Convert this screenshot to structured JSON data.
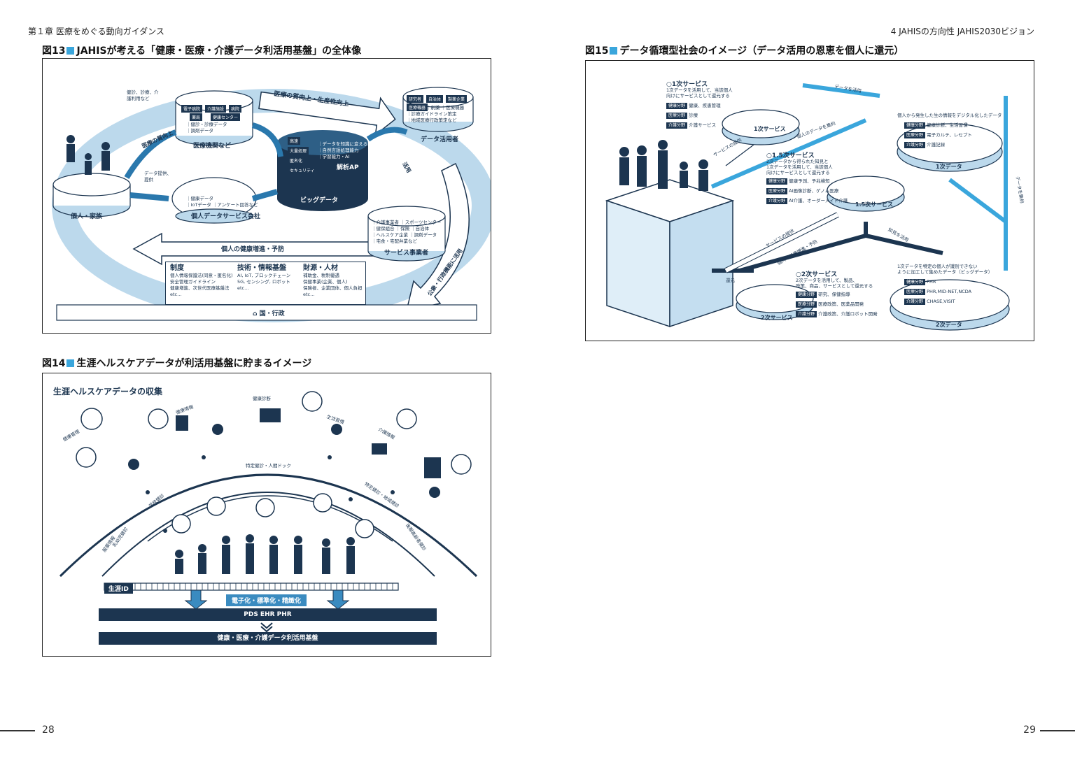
{
  "header": {
    "left": "第１章 医療をめぐる動向ガイダンス",
    "right": "4 JAHISの方向性 JAHIS2030ビジョン"
  },
  "fig13": {
    "title_prefix": "図13",
    "title": "JAHISが考える「健康・医療・介護データ利活用基盤」の全体像",
    "arrow_top": "医療の質向上・生産性向上",
    "arrow_left": "医療の質向上",
    "arrow_bottom": "個人の健康増進・予防",
    "arrow_right_down": "公衆・行政機能に活用",
    "arrow_right_mid": "活用",
    "medical": {
      "title": "医療機関など",
      "tags": [
        "電子病院",
        "介護施設",
        "病院",
        "薬局",
        "健康センター"
      ],
      "lines": [
        "｜健診・診療データ",
        "｜調剤データ"
      ]
    },
    "individual": {
      "title": "個人・家族",
      "bubble1": "健診、診療、介護利用など",
      "bubble2": "データ提供、提供"
    },
    "personal_service": {
      "title": "個人データサービス会社",
      "lines": [
        "｜健康データ",
        "｜IoTデータ ｜アンケート回答など"
      ]
    },
    "bigdata": {
      "title": "ビッグデータ",
      "tags": [
        "高速",
        "大量処理",
        "匿名化",
        "セキュリティ"
      ],
      "lines": [
        "｜データを知識に変える能力",
        "｜自然言語処理能力",
        "｜学習能力・AI"
      ],
      "ap": "解析AP"
    },
    "data_users": {
      "title": "データ活用者",
      "tags": [
        "研究者",
        "自治体",
        "製薬企業",
        "医療機器"
      ],
      "lines": [
        "｜創薬 ｜医療機器",
        "｜診療ガイドライン策定",
        "｜地域医療行政策定など"
      ]
    },
    "service_providers": {
      "title": "サービス事業者",
      "lines": [
        "｜介護事業者 ｜スポーツセンター",
        "｜健保組合 ｜保険 ｜自治体",
        "｜ヘルスケア企業 ｜調剤データ",
        "｜宅食・宅配弁業など"
      ]
    },
    "bottom": {
      "col1_head": "制度",
      "col1": [
        "個人情報保護法(同意・匿名化)",
        "安全管理ガイドライン",
        "健康増進、次世代医療基盤法",
        "etc…"
      ],
      "col2_head": "技術・情報基盤",
      "col2": [
        "AI, IoT, ブロックチェーン",
        "5G, センシング, ロボット",
        "etc…"
      ],
      "col3_head": "財源・人材",
      "col3": [
        "補助金、税制優遇",
        "保健事業(企業、個人)",
        "保険者、企業団体、個人負担",
        "etc…"
      ],
      "gov": "国・行政"
    }
  },
  "fig14": {
    "title_prefix": "図14",
    "title": "生涯ヘルスケアデータが利活用基盤に貯まるイメージ",
    "heading": "生涯ヘルスケアデータの収集",
    "outer_labels": [
      "健康管理",
      "健康情報",
      "健康診断",
      "生活習慣",
      "介護情報",
      "服薬情報"
    ],
    "inner_labels": [
      "乳幼児健診",
      "学校健診",
      "特定健診・人間ドック",
      "特定健診・地域健診",
      "後期高齢者健診"
    ],
    "lifeline_label": "生涯ID",
    "process": "電子化・標準化・精緻化",
    "bar1": "PDS EHR PHR",
    "bar2": "健康・医療・介護データ利活用基盤"
  },
  "fig15": {
    "title_prefix": "図15",
    "title": "データ循環型社会のイメージ（データ活用の恩恵を個人に還元）",
    "s1": {
      "title": "○1次サービス",
      "desc": [
        "1次データを活用して、当該個人",
        "向けにサービスとして還元する"
      ],
      "rows": [
        [
          "健康分野",
          "健康、疾患管理"
        ],
        [
          "医療分野",
          "診療"
        ],
        [
          "介護分野",
          "介護サービス"
        ]
      ],
      "disk": "1次サービス"
    },
    "d1": {
      "desc": "個人から発生した生の情報をデジタル化したデータ",
      "rows": [
        [
          "健康分野",
          "健康診断、生活習慣"
        ],
        [
          "医療分野",
          "電子カルテ、レセプト"
        ],
        [
          "介護分野",
          "介護記録"
        ]
      ],
      "disk": "1次データ"
    },
    "s15": {
      "title": "○1.5次サービス",
      "desc": [
        "2次データから得られた知見と",
        "1次データを活用して、当該個人",
        "向けにサービスとして還元する"
      ],
      "rows": [
        [
          "健康分野",
          "健康予測、予兆検知"
        ],
        [
          "医療分野",
          "AI画像診断、ゲノム医療"
        ],
        [
          "介護分野",
          "AI介護、オーダーメイド介護"
        ]
      ],
      "disk": "1.5次サービス"
    },
    "s2": {
      "title": "○2次サービス",
      "desc": [
        "2次データを活用して、製品、",
        "政策、商品、サービスとして還元する"
      ],
      "rows": [
        [
          "健康分野",
          "研究、保健指導"
        ],
        [
          "医療分野",
          "医療政策、医薬品開発"
        ],
        [
          "介護分野",
          "介護政策、介護ロボット開発"
        ]
      ],
      "disk": "2次サービス"
    },
    "d2": {
      "desc": [
        "1次データを特定の個人が識別できない",
        "ように加工して集めたデータ（ビッグデータ）"
      ],
      "rows": [
        [
          "健康分野",
          "PHR"
        ],
        [
          "医療分野",
          "PHR,MID-NET,NCDA"
        ],
        [
          "介護分野",
          "CHASE,VISIT"
        ]
      ],
      "disk": "2次データ"
    },
    "flows": {
      "data_use": "データを活用",
      "data_collect": "データを集約",
      "personal_data": "個人のデータを集約",
      "service_provide1": "サービスの提供",
      "service_provide2": "サービスの提供",
      "knowledge": "知見を活用",
      "health_promotion": "個人の健康増進・予防",
      "feedback": "還元"
    }
  },
  "page": {
    "left": "28",
    "right": "29"
  }
}
